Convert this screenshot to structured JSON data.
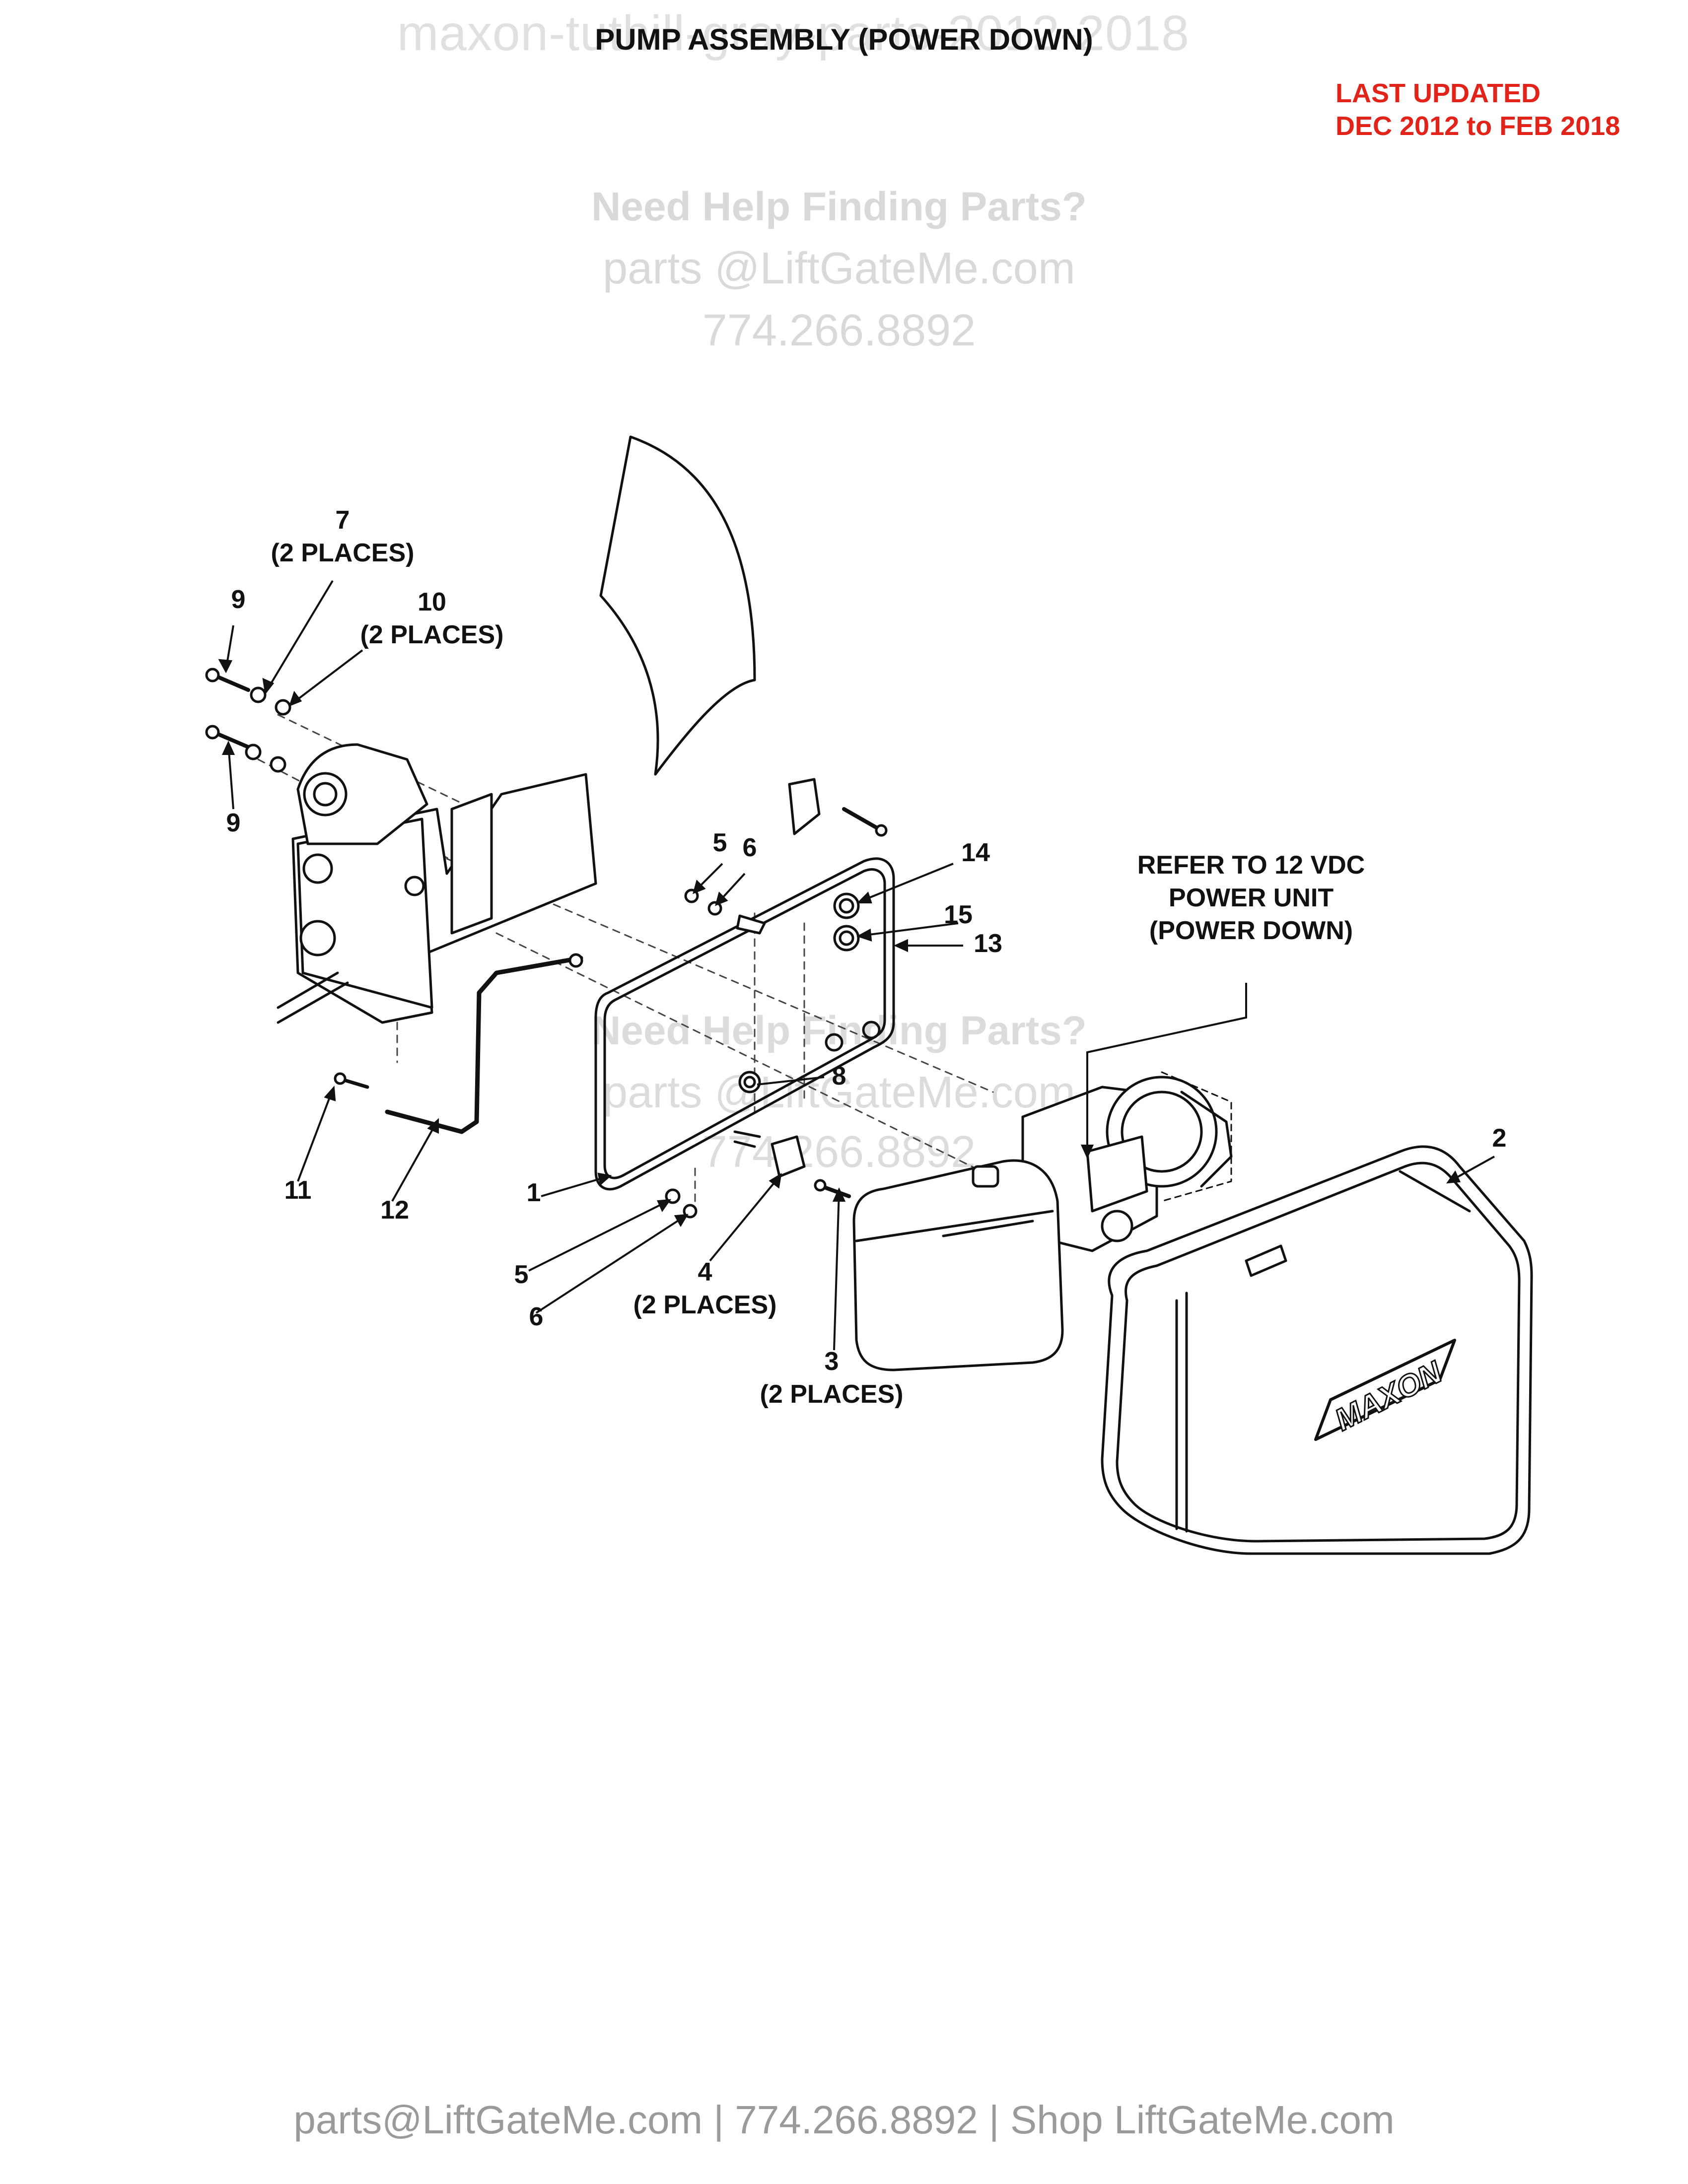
{
  "watermark": {
    "header": "maxon-tuthill-gray-parts-2012-2018",
    "help": "Need Help Finding Parts?",
    "email": "parts @LiftGateMe.com",
    "phone": "774.266.8892"
  },
  "title": "PUMP ASSEMBLY (POWER DOWN)",
  "last_updated": {
    "line1": "LAST UPDATED",
    "line2": "DEC 2012 to FEB 2018"
  },
  "diagram": {
    "brand_logo": "MAXON",
    "callouts": {
      "c7": {
        "num": "7",
        "note": "(2 PLACES)"
      },
      "c9a": {
        "num": "9"
      },
      "c10": {
        "num": "10",
        "note": "(2 PLACES)"
      },
      "c9b": {
        "num": "9"
      },
      "c5a": {
        "num": "5"
      },
      "c6a": {
        "num": "6"
      },
      "c14": {
        "num": "14"
      },
      "c15": {
        "num": "15"
      },
      "c13": {
        "num": "13"
      },
      "c11": {
        "num": "11"
      },
      "c12": {
        "num": "12"
      },
      "c8": {
        "num": "8"
      },
      "c1": {
        "num": "1"
      },
      "c5b": {
        "num": "5"
      },
      "c6b": {
        "num": "6"
      },
      "c4": {
        "num": "4",
        "note": "(2 PLACES)"
      },
      "c3": {
        "num": "3",
        "note": "(2 PLACES)"
      },
      "c2": {
        "num": "2"
      }
    },
    "refer_note": {
      "line1": "REFER TO 12 VDC",
      "line2": "POWER UNIT",
      "line3": "(POWER DOWN)"
    }
  },
  "footer": "parts@LiftGateMe.com | 774.266.8892 | Shop LiftGateMe.com"
}
